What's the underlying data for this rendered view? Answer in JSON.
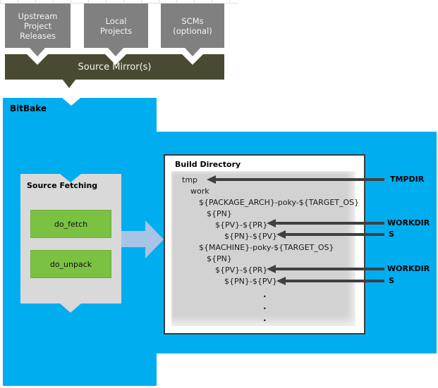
{
  "palette": {
    "blue": "#00AEEF",
    "olive": "#4A4A32",
    "box_gray": "#808080",
    "panel_gray": "#D9D9D9",
    "tree_gray": "#D2D2D2",
    "green": "#7BC142",
    "flow_arrow_blue": "#A8C4E4",
    "annotation_gray": "#404040"
  },
  "upstream_sources": {
    "boxes": [
      {
        "label": "Upstream\nProject\nReleases"
      },
      {
        "label": "Local\nProjects"
      },
      {
        "label": "SCMs\n(optional)"
      }
    ],
    "mirror_label": "Source Mirror(s)"
  },
  "bitbake": {
    "label": "BitBake"
  },
  "source_fetching": {
    "title": "Source Fetching",
    "tasks": [
      {
        "label": "do_fetch"
      },
      {
        "label": "do_unpack"
      }
    ]
  },
  "build_directory": {
    "title": "Build Directory",
    "tree": [
      {
        "text": "tmp",
        "indent": 0
      },
      {
        "text": "work",
        "indent": 1
      },
      {
        "text": "${PACKAGE_ARCH}-poky-${TARGET_OS}",
        "indent": 2
      },
      {
        "text": "${PN}",
        "indent": 3
      },
      {
        "text": "${PV}-${PR}",
        "indent": 4
      },
      {
        "text": "${PN}-${PV}",
        "indent": 5
      },
      {
        "text": "${MACHINE}-poky-${TARGET_OS}",
        "indent": 2
      },
      {
        "text": "${PN}",
        "indent": 3
      },
      {
        "text": "${PV}-${PR}",
        "indent": 4
      },
      {
        "text": "${PN}-${PV}",
        "indent": 5
      }
    ],
    "ellipsis": [
      ".",
      ".",
      "."
    ]
  },
  "annotations": [
    {
      "label": "TMPDIR"
    },
    {
      "label": "WORKDIR"
    },
    {
      "label": "S"
    },
    {
      "label": "WORKDIR"
    },
    {
      "label": "S"
    }
  ]
}
